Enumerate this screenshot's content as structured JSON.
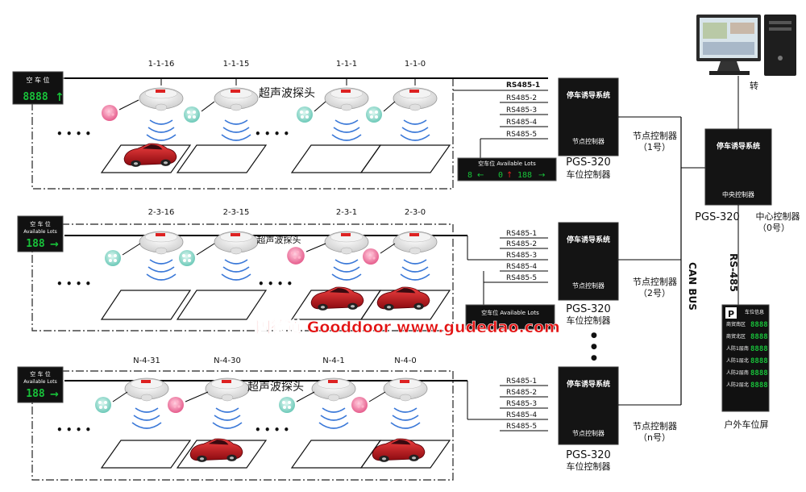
{
  "rows": [
    {
      "sensor_labels": [
        "1-1-16",
        "1-1-15",
        "1-1-1",
        "1-1-0"
      ],
      "probe_label": "超声波探头",
      "display_title": "空 车 位",
      "display_subtitle": "",
      "rs485": [
        "RS485-1",
        "RS485-2",
        "RS485-3",
        "RS485-4",
        "RS485-5"
      ],
      "controller_title": "停车诱导系统",
      "controller_sub": "节点控制器",
      "model": "PGS-320",
      "model_desc": "车位控制器",
      "node_label": "节点控制器",
      "node_no": "（1号）"
    },
    {
      "sensor_labels": [
        "2-3-16",
        "2-3-15",
        "2-3-1",
        "2-3-0"
      ],
      "probe_label": "超声波探头",
      "display_title": "空 车 位",
      "display_subtitle": "Available Lots",
      "display_value": "188",
      "rs485": [
        "RS485-1",
        "RS485-2",
        "RS485-3",
        "RS485-4",
        "RS485-5"
      ],
      "controller_title": "停车诱导系统",
      "controller_sub": "节点控制器",
      "model": "PGS-320",
      "model_desc": "车位控制器",
      "node_label": "节点控制器",
      "node_no": "（2号）"
    },
    {
      "sensor_labels": [
        "N-4-31",
        "N-4-30",
        "N-4-1",
        "N-4-0"
      ],
      "probe_label": "超声波探头",
      "display_title": "空 车 位",
      "display_subtitle": "Available Lots",
      "rs485": [
        "RS485-1",
        "RS485-2",
        "RS485-3",
        "RS485-4",
        "RS485-5"
      ],
      "controller_title": "停车诱导系统",
      "controller_sub": "节点控制器",
      "model": "PGS-320",
      "model_desc": "车位控制器",
      "node_label": "节点控制器",
      "node_no": "（n号）"
    }
  ],
  "lane_display": {
    "title": "空车位 Available Lots",
    "left_value": "8",
    "mid_value": "0",
    "right_value": "188"
  },
  "lane_display2": {
    "title": "空车位 Available Lots"
  },
  "central": {
    "title": "停车诱导系统",
    "sub": "中央控制器",
    "model": "PGS-320",
    "label": "中心控制器",
    "no": "（0号）",
    "pc_label": "转"
  },
  "bus": {
    "can": "CAN BUS",
    "rs485": "RS-485"
  },
  "outdoor": {
    "header": "车位信息",
    "rows": [
      "商贸南区",
      "商贸北区",
      "人防1层南",
      "人防1层北",
      "人防2层南",
      "人防2层北"
    ],
    "values": [
      "8888",
      "8888",
      "8888",
      "8888",
      "8888",
      "8888"
    ],
    "label": "户外车位屏"
  },
  "dots": "● ● ●",
  "watermark": "固德道 Gooddoor www.gudedao.com",
  "colors": {
    "display_green": "#18c23a",
    "controller_bg": "#141414",
    "car_red": "#c8141c",
    "watermark": "#e31212"
  }
}
